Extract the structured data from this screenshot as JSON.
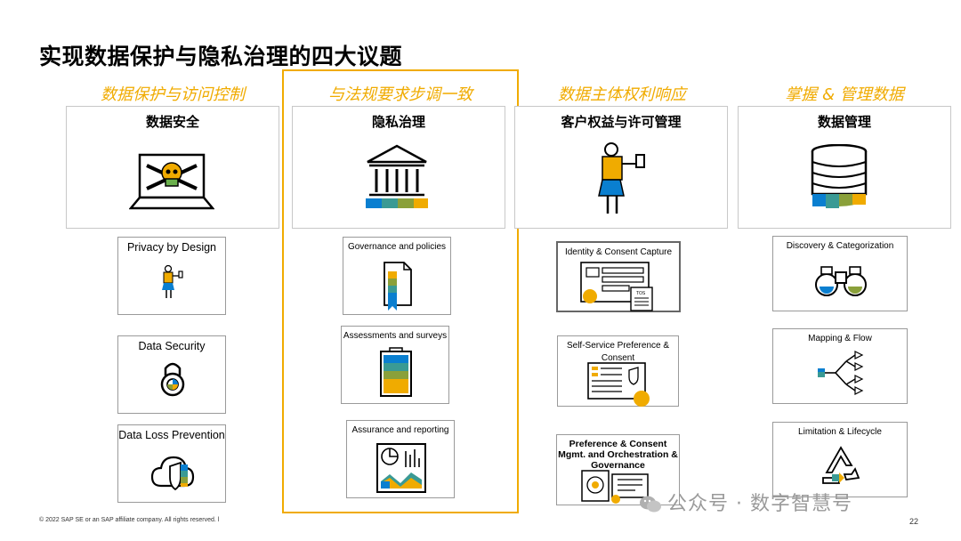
{
  "title": "实现数据保护与隐私治理的四大议题",
  "columns": [
    {
      "subtitle": "数据保护与访问控制",
      "header": "数据安全",
      "cards": [
        "Privacy by Design",
        "Data Security",
        "Data Loss Prevention"
      ]
    },
    {
      "subtitle": "与法规要求步调一致",
      "header": "隐私治理",
      "cards": [
        "Governance and policies",
        "Assessments and surveys",
        "Assurance and reporting"
      ]
    },
    {
      "subtitle": "数据主体权利响应",
      "header": "客户权益与许可管理",
      "cards": [
        "Identity & Consent Capture",
        "Self-Service Preference & Consent",
        "Preference & Consent Mgmt. and Orchestration  & Governance"
      ]
    },
    {
      "subtitle": "掌握 & 管理数据",
      "header": "数据管理",
      "cards": [
        "Discovery & Categorization",
        "Mapping & Flow",
        "Limitation & Lifecycle"
      ]
    }
  ],
  "tos_label": "TOS",
  "footer": "© 2022 SAP SE or an SAP affiliate company. All rights reserved.  ǀ",
  "page_number": "22",
  "watermark": "公众号 · 数字智慧号",
  "colors": {
    "accent": "#f0ab00",
    "blue": "#0a7fd0",
    "teal": "#3a9a94",
    "olive": "#8aa03a",
    "green": "#6ab04c"
  }
}
